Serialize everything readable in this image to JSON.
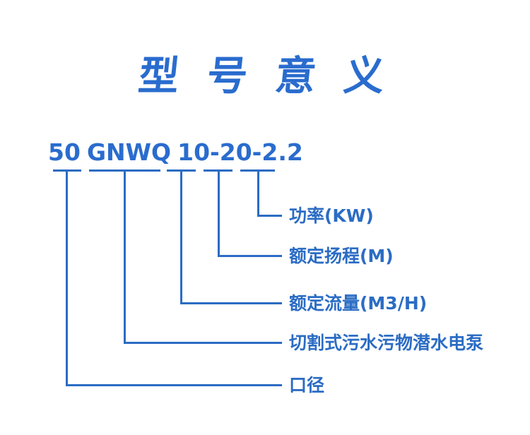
{
  "colors": {
    "title_blue": "#2A6CCE",
    "line_blue": "#2B6CC4",
    "label_blue": "#2B6CC4",
    "background": "#FFFFFF"
  },
  "title": "型 号 意 义",
  "model_code": {
    "full": "50 GNWQ 10-20-2.2",
    "segments": [
      {
        "key": "bore",
        "text": "50"
      },
      {
        "key": "series",
        "text": "GNWQ"
      },
      {
        "key": "flow",
        "text": "10"
      },
      {
        "key": "head",
        "text": "-20"
      },
      {
        "key": "power",
        "text": "-2.2"
      }
    ]
  },
  "callouts": [
    {
      "key": "power",
      "label": "功率(KW)"
    },
    {
      "key": "head",
      "label": "额定扬程(M)"
    },
    {
      "key": "flow",
      "label": "额定流量(M3/H)"
    },
    {
      "key": "series",
      "label": "切割式污水污物潜水电泵"
    },
    {
      "key": "bore",
      "label": "口径"
    }
  ]
}
